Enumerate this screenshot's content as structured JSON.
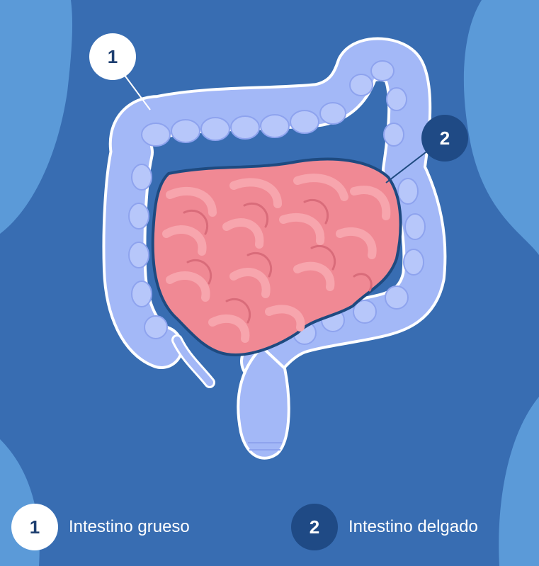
{
  "colors": {
    "background": "#386db2",
    "side_shape": "#5b9ad8",
    "large_intestine": "#a3b8f7",
    "large_intestine_dark": "#7f95e6",
    "small_intestine": "#f08994",
    "small_intestine_light": "#f7a5ad",
    "outline": "#1e4a80",
    "badge_dark": "#1f4a85",
    "badge_white": "#ffffff"
  },
  "callouts": [
    {
      "number": "1",
      "label": "Intestino grueso"
    },
    {
      "number": "2",
      "label": "Intestino delgado"
    }
  ]
}
